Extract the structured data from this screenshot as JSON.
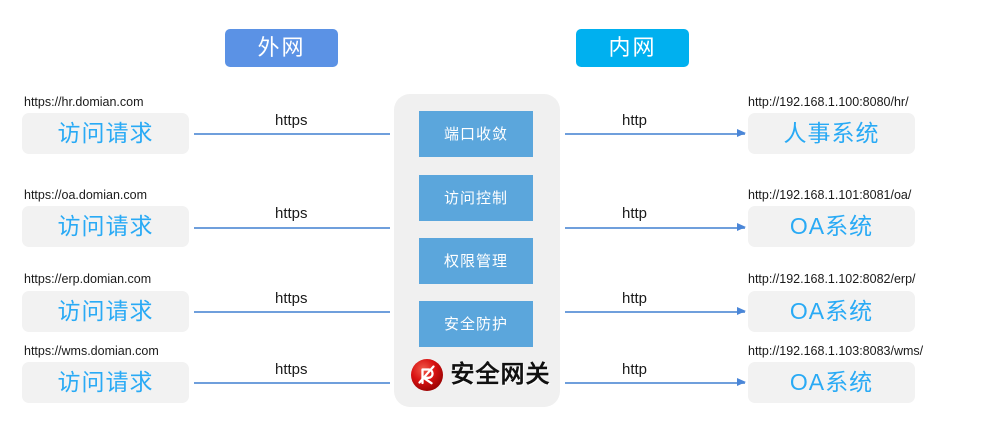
{
  "zones": {
    "external": {
      "label": "外网",
      "color": "#5b92e5"
    },
    "internal": {
      "label": "内网",
      "color": "#00b0ef"
    }
  },
  "gateway": {
    "brand_label": "安全网关",
    "logo_icon": "security-gateway-logo-icon",
    "logo_color": "#cc0000",
    "panel_color": "#f0f0f0",
    "item_color": "#5ba6dc",
    "items": [
      {
        "label": "端口收敛"
      },
      {
        "label": "访问控制"
      },
      {
        "label": "权限管理"
      },
      {
        "label": "安全防护"
      }
    ]
  },
  "flows": [
    {
      "source": {
        "caption": "https://hr.domian.com",
        "label": "访问请求"
      },
      "request_protocol": "https",
      "forward_protocol": "http",
      "target": {
        "caption": "http://192.168.1.100:8080/hr/",
        "label": "人事系统"
      }
    },
    {
      "source": {
        "caption": "https://oa.domian.com",
        "label": "访问请求"
      },
      "request_protocol": "https",
      "forward_protocol": "http",
      "target": {
        "caption": "http://192.168.1.101:8081/oa/",
        "label": "OA系统"
      }
    },
    {
      "source": {
        "caption": "https://erp.domian.com",
        "label": "访问请求"
      },
      "request_protocol": "https",
      "forward_protocol": "http",
      "target": {
        "caption": "http://192.168.1.102:8082/erp/",
        "label": "OA系统"
      }
    },
    {
      "source": {
        "caption": "https://wms.domian.com",
        "label": "访问请求"
      },
      "request_protocol": "https",
      "forward_protocol": "http",
      "target": {
        "caption": "http://192.168.1.103:8083/wms/",
        "label": "OA系统"
      }
    }
  ],
  "palette": {
    "node_background": "#f2f2f2",
    "node_text": "#29aaf5",
    "connector": "#6f9fdc",
    "caption_text": "#1a1a1a"
  }
}
